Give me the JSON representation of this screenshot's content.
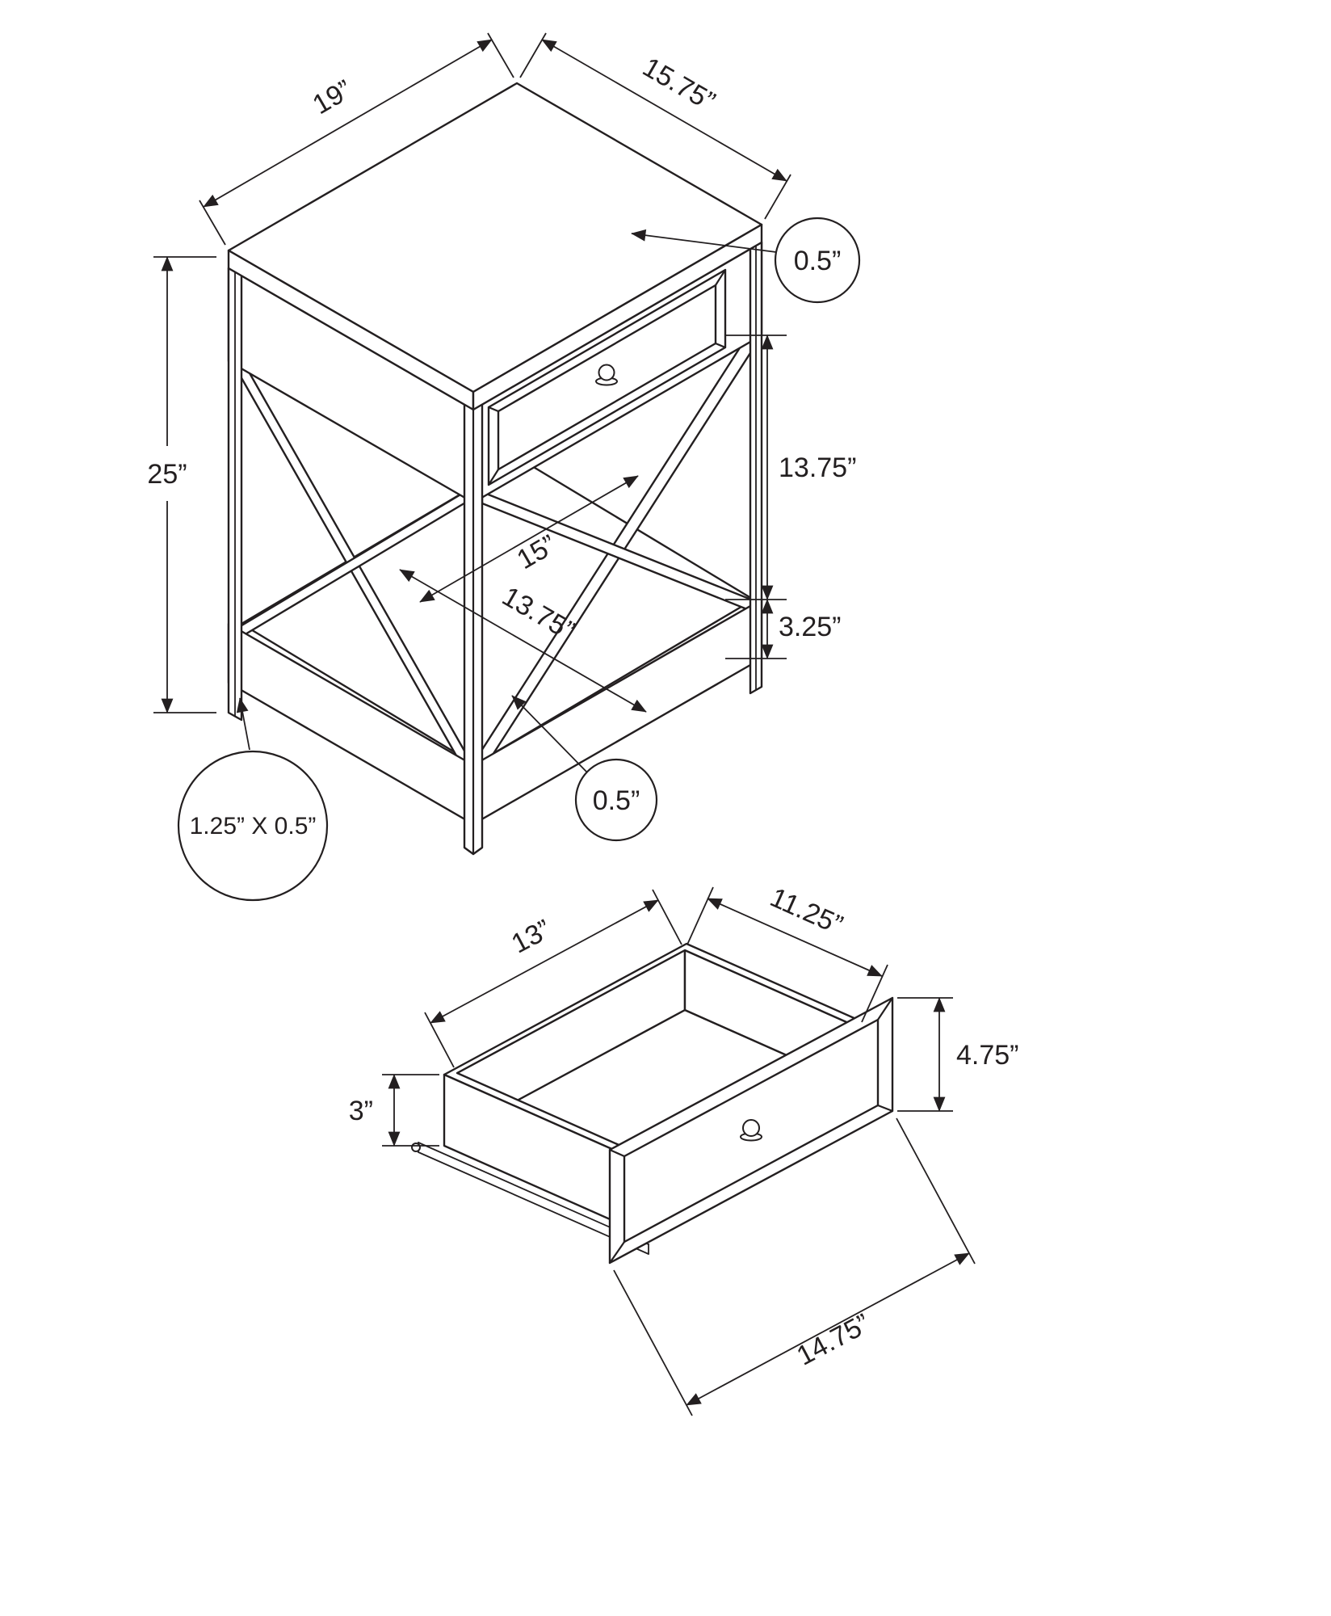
{
  "diagram": {
    "background": "#ffffff",
    "line_color": "#231f20",
    "views": {
      "table": {
        "name": "assembled-accent-table",
        "dims": {
          "top_depth": "19”",
          "top_width": "15.75”",
          "top_thickness": "0.5”",
          "overall_height": "25”",
          "drawer_to_shelf": "13.75”",
          "shelf_apron_height": "3.25”",
          "shelf_width": "15”",
          "shelf_depth": "13.75”",
          "shelf_thickness": "0.5”",
          "leg_profile": "1.25” X 0.5”"
        }
      },
      "drawer": {
        "name": "drawer-detail",
        "dims": {
          "inner_depth": "13”",
          "inner_width": "11.25”",
          "front_height": "4.75”",
          "box_height": "3”",
          "front_width": "14.75”"
        }
      }
    }
  }
}
